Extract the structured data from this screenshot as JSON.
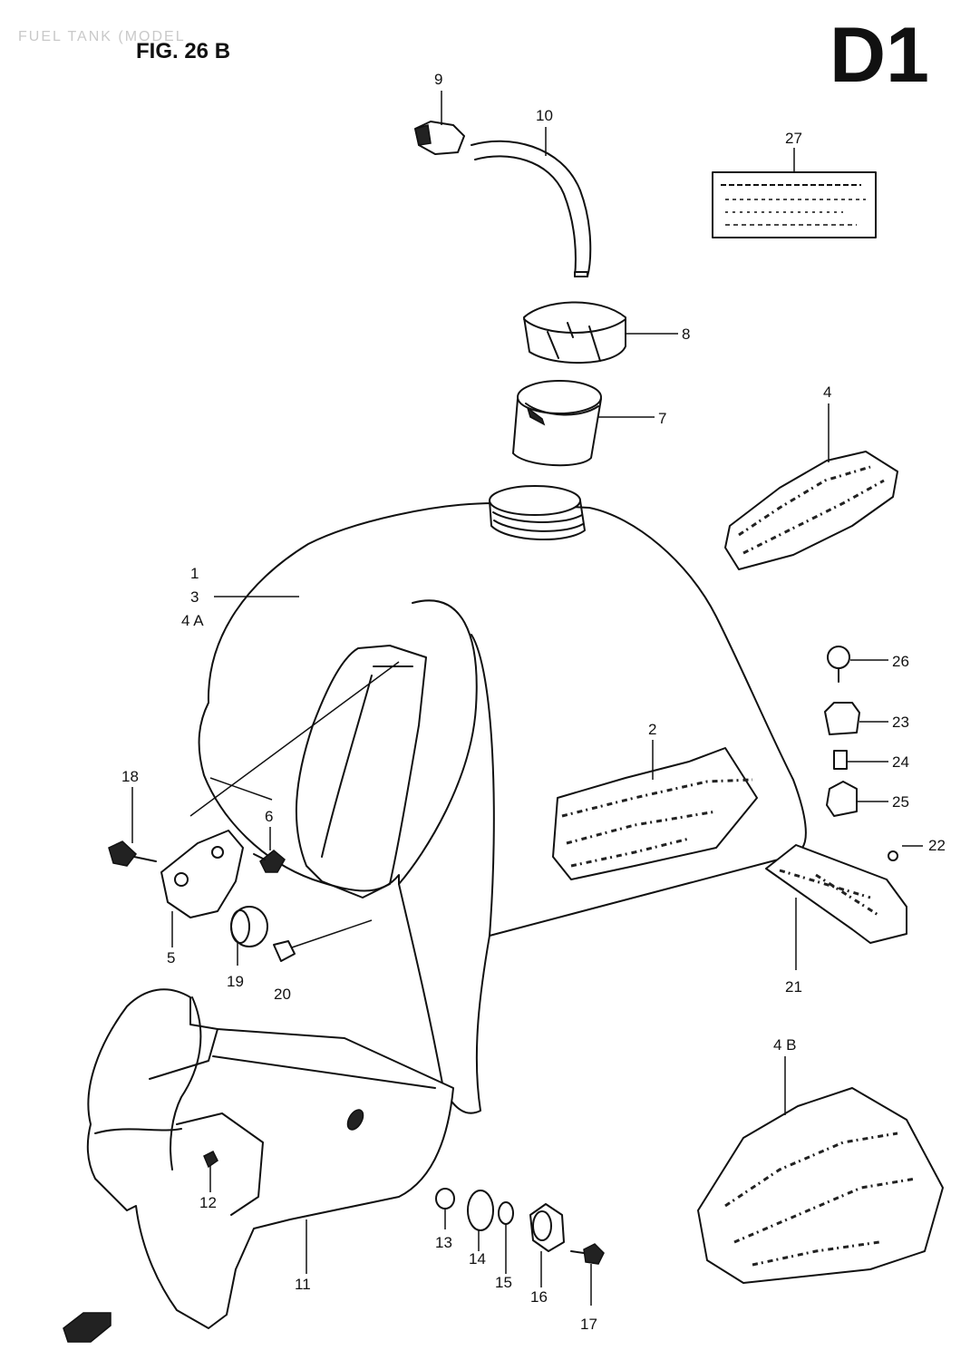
{
  "header": {
    "faint_title": "FUEL TANK (MODEL",
    "figure_label": "FIG. 26 B",
    "section_code": "D1"
  },
  "callouts": {
    "c1": "1",
    "c2": "2",
    "c3": "3",
    "c4": "4",
    "c4a": "4 A",
    "c4b": "4 B",
    "c5": "5",
    "c6": "6",
    "c7": "7",
    "c8": "8",
    "c9": "9",
    "c10": "10",
    "c11": "11",
    "c12": "12",
    "c13": "13",
    "c14": "14",
    "c15": "15",
    "c16": "16",
    "c17": "17",
    "c18": "18",
    "c19": "19",
    "c20": "20",
    "c21": "21",
    "c22": "22",
    "c23": "23",
    "c24": "24",
    "c25": "25",
    "c26": "26",
    "c27": "27"
  }
}
